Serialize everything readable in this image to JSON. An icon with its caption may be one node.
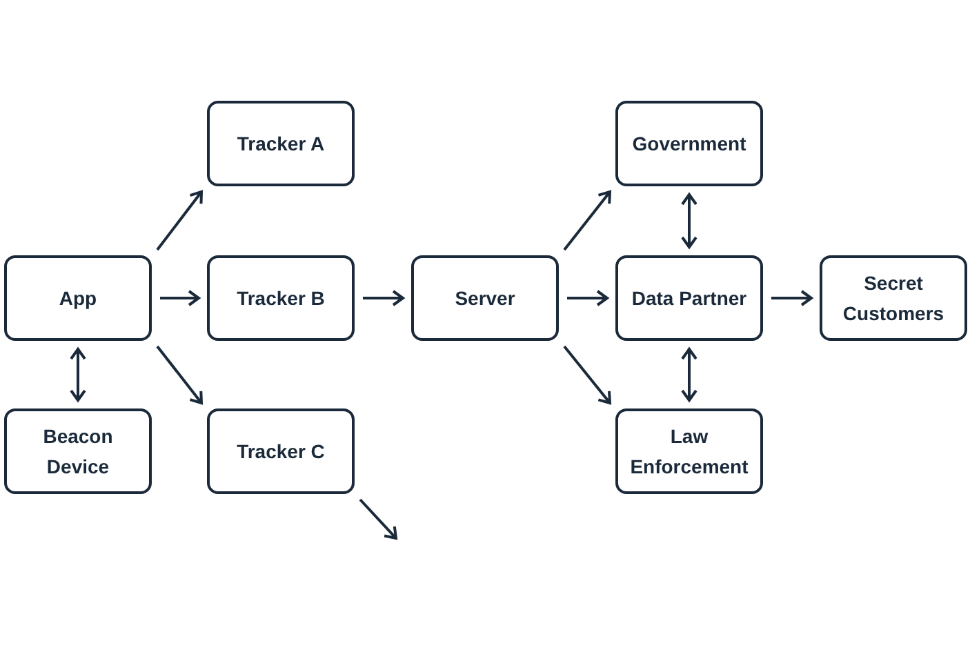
{
  "diagram": {
    "nodes": [
      {
        "text": [
          "App"
        ]
      },
      {
        "text": [
          "Beacon Device"
        ]
      },
      {
        "text": [
          "Tracker A"
        ]
      },
      {
        "text": [
          "Tracker B"
        ]
      },
      {
        "text": [
          "Tracker C"
        ]
      },
      {
        "text": [
          "Server"
        ]
      },
      {
        "text": [
          "Government"
        ]
      },
      {
        "text": [
          "Data Partner"
        ]
      },
      {
        "text": [
          "Law Enforcement"
        ]
      },
      {
        "text": [
          "Secret Customers"
        ]
      }
    ],
    "edges": [
      {
        "from": 0,
        "to": 1,
        "arrow": "both"
      },
      {
        "from": 0,
        "to": 2,
        "arrow": "to"
      },
      {
        "from": 0,
        "to": 3,
        "arrow": "to"
      },
      {
        "from": 0,
        "to": 4,
        "arrow": "to"
      },
      {
        "from": 3,
        "to": 5,
        "arrow": "to"
      },
      {
        "from": 4,
        "to": null,
        "arrow": "to"
      },
      {
        "from": 5,
        "to": 6,
        "arrow": "to"
      },
      {
        "from": 5,
        "to": 7,
        "arrow": "to"
      },
      {
        "from": 5,
        "to": 8,
        "arrow": "to"
      },
      {
        "from": 6,
        "to": 7,
        "arrow": "both"
      },
      {
        "from": 7,
        "to": 8,
        "arrow": "both"
      },
      {
        "from": 7,
        "to": 9,
        "arrow": "to"
      }
    ]
  }
}
